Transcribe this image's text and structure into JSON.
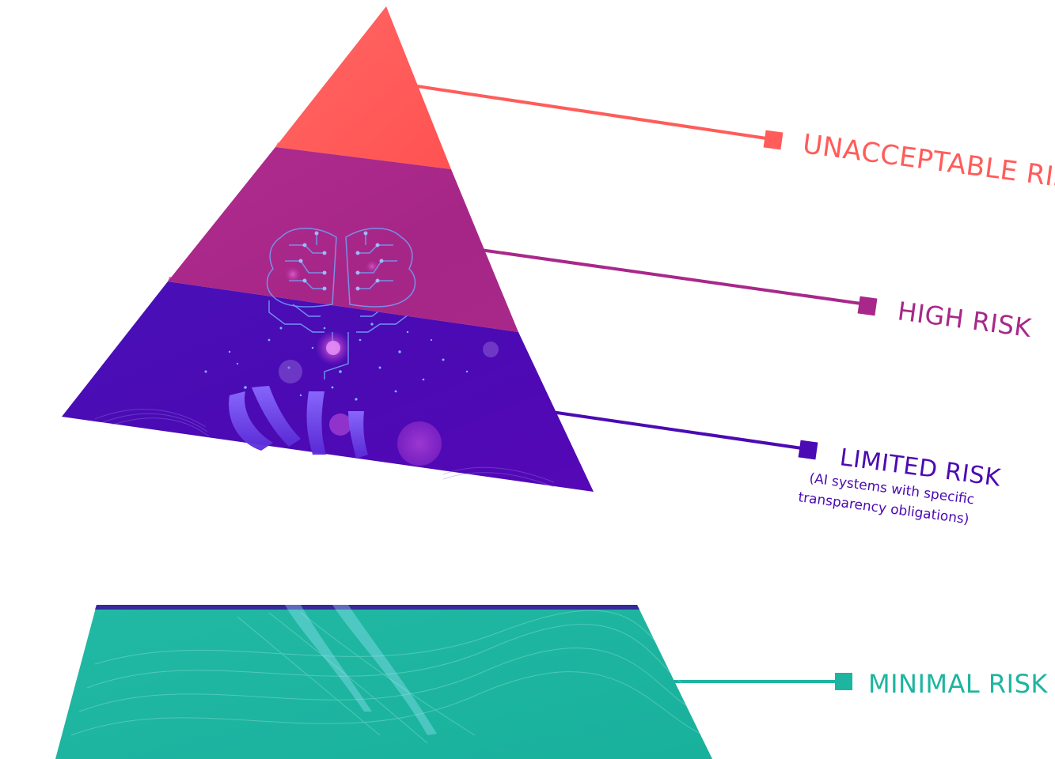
{
  "tiers": [
    {
      "id": "unacceptable",
      "label": "UNACCEPTABLE RISK",
      "sublabel": [],
      "color": "#FF5C5A"
    },
    {
      "id": "high",
      "label": "HIGH RISK",
      "sublabel": [],
      "color": "#A8288A"
    },
    {
      "id": "limited",
      "label": "LIMITED RISK",
      "sublabel": [
        "(AI systems with specific",
        "transparency obligations)"
      ],
      "color": "#4B0AB3"
    },
    {
      "id": "minimal",
      "label": "MINIMAL RISK",
      "sublabel": [],
      "color": "#1DB5A0"
    }
  ]
}
